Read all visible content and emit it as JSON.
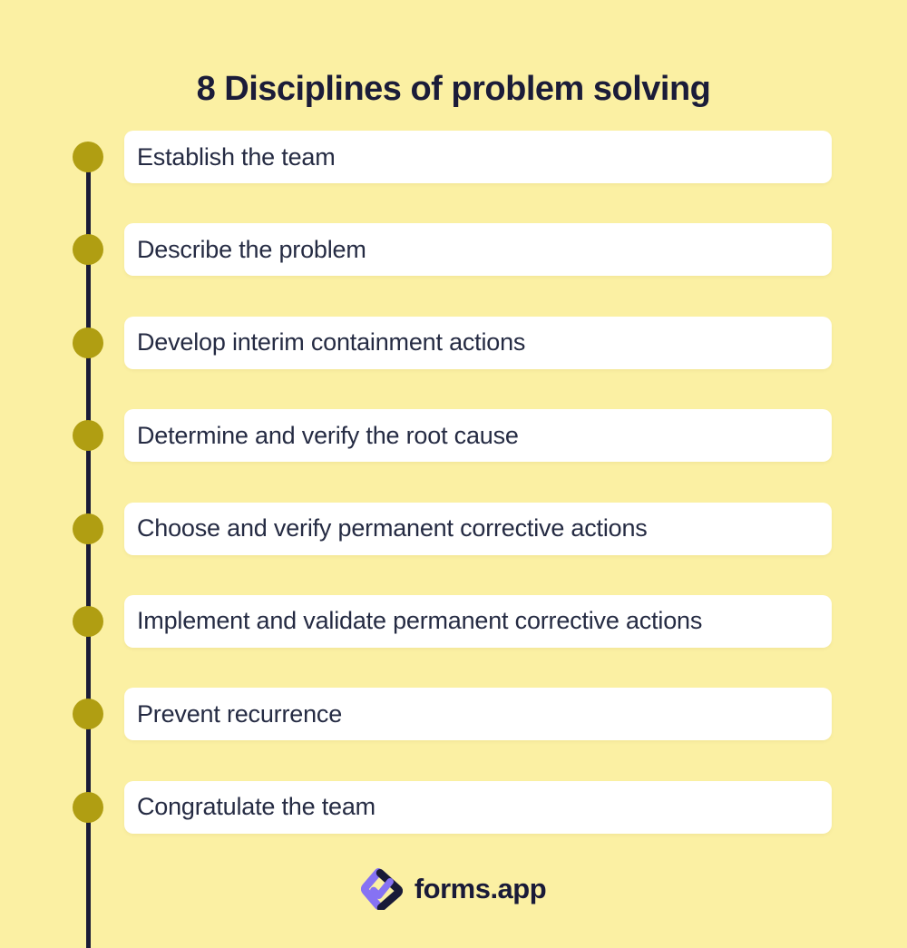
{
  "title": "8 Disciplines of problem solving",
  "steps": [
    "Establish the team",
    "Describe the problem",
    "Develop interim containment actions",
    "Determine and verify the root cause",
    "Choose and verify permanent corrective actions",
    "Implement and validate permanent corrective actions",
    "Prevent recurrence",
    "Congratulate the team"
  ],
  "branding": {
    "logo_text": "forms.app",
    "logo_icon": "forms-app-logo-icon"
  },
  "colors": {
    "background": "#FBF0A3",
    "card": "#FFFFFF",
    "item_text": "#252B43",
    "title_text": "#1B1C39",
    "timeline_line": "#1A1B36",
    "timeline_dot": "#B09E12",
    "logo_purple": "#8672F3",
    "logo_dark": "#191A38"
  }
}
